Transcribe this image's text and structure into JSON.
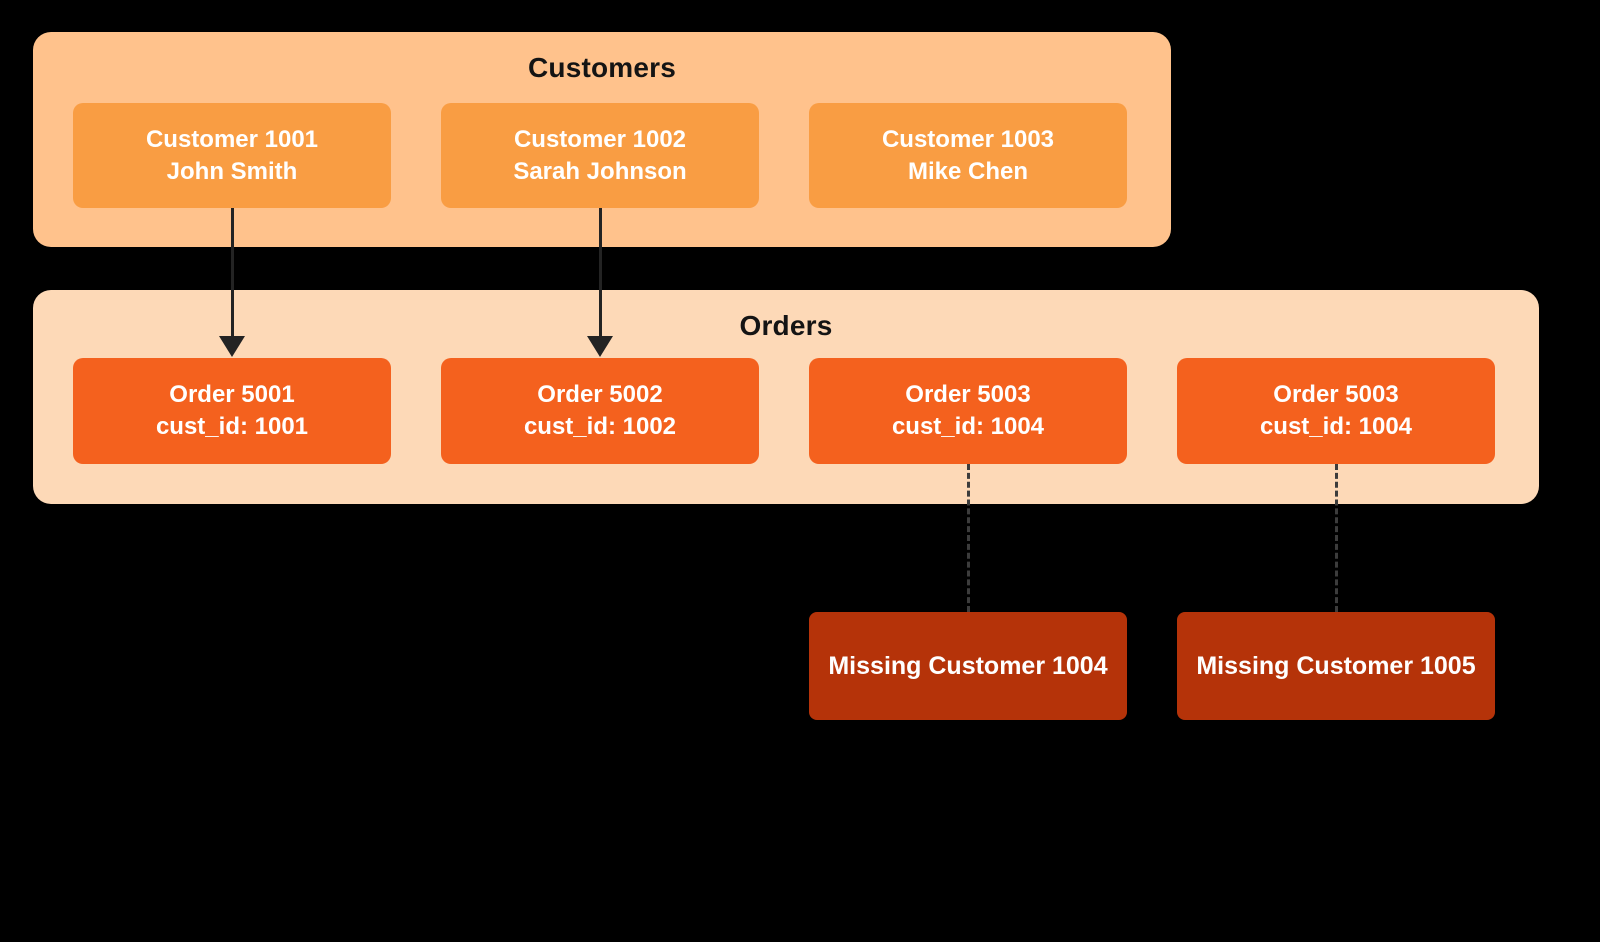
{
  "diagram": {
    "background_color": "#000000",
    "customers_group": {
      "title": "Customers",
      "container_color": "#FFC28C",
      "card_color": "#F99D43",
      "text_color": "#FFFFFF",
      "items": [
        {
          "line1": "Customer 1001",
          "line2": "John Smith"
        },
        {
          "line1": "Customer 1002",
          "line2": "Sarah Johnson"
        },
        {
          "line1": "Customer 1003",
          "line2": "Mike Chen"
        }
      ]
    },
    "orders_group": {
      "title": "Orders",
      "container_color": "#FDD9B7",
      "card_color": "#F4611E",
      "text_color": "#FFFFFF",
      "items": [
        {
          "line1": "Order 5001",
          "line2": "cust_id: 1001"
        },
        {
          "line1": "Order 5002",
          "line2": "cust_id: 1002"
        },
        {
          "line1": "Order 5003",
          "line2": "cust_id: 1004"
        },
        {
          "line1": "Order 5003",
          "line2": "cust_id: 1004"
        }
      ]
    },
    "missing_customers": {
      "card_color": "#B53309",
      "text_color": "#FFFFFF",
      "items": [
        {
          "label": "Missing Customer 1004"
        },
        {
          "label": "Missing Customer 1005"
        }
      ]
    },
    "connectors": {
      "solid_arrow_color": "#232323",
      "dashed_line_color": "#3C3C3C",
      "solid_arrows": [
        {
          "from": "Customer 1001",
          "to": "Order 5001"
        },
        {
          "from": "Customer 1002",
          "to": "Order 5002"
        }
      ],
      "dashed_links": [
        {
          "from": "Order 5003 (cust_id 1004)",
          "to": "Missing Customer 1004"
        },
        {
          "from": "Order 5003 (cust_id 1004)",
          "to": "Missing Customer 1005"
        }
      ]
    }
  }
}
